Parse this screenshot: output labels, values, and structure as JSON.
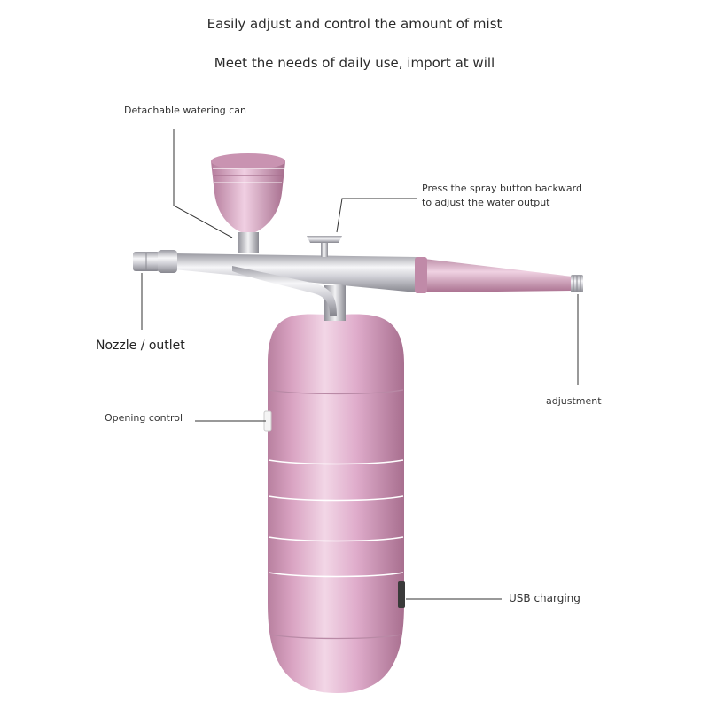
{
  "headlines": {
    "line1": "Easily adjust and control the amount of mist",
    "line2": "Meet the needs of daily use, import at will"
  },
  "callouts": {
    "watering_can": "Detachable watering can",
    "spray_button_line1": "Press the spray button backward",
    "spray_button_line2": "to adjust the water output",
    "nozzle": "Nozzle / outlet",
    "adjustment": "adjustment",
    "opening_control": "Opening control",
    "usb_charging": "USB charging"
  },
  "colors": {
    "body_pink": "#d9a3c2",
    "body_pink_light": "#f2d6e6",
    "body_pink_dark": "#b07a98",
    "chrome": "#c9c9cf",
    "chrome_light": "#f4f4f6",
    "callout_line": "#333333"
  }
}
